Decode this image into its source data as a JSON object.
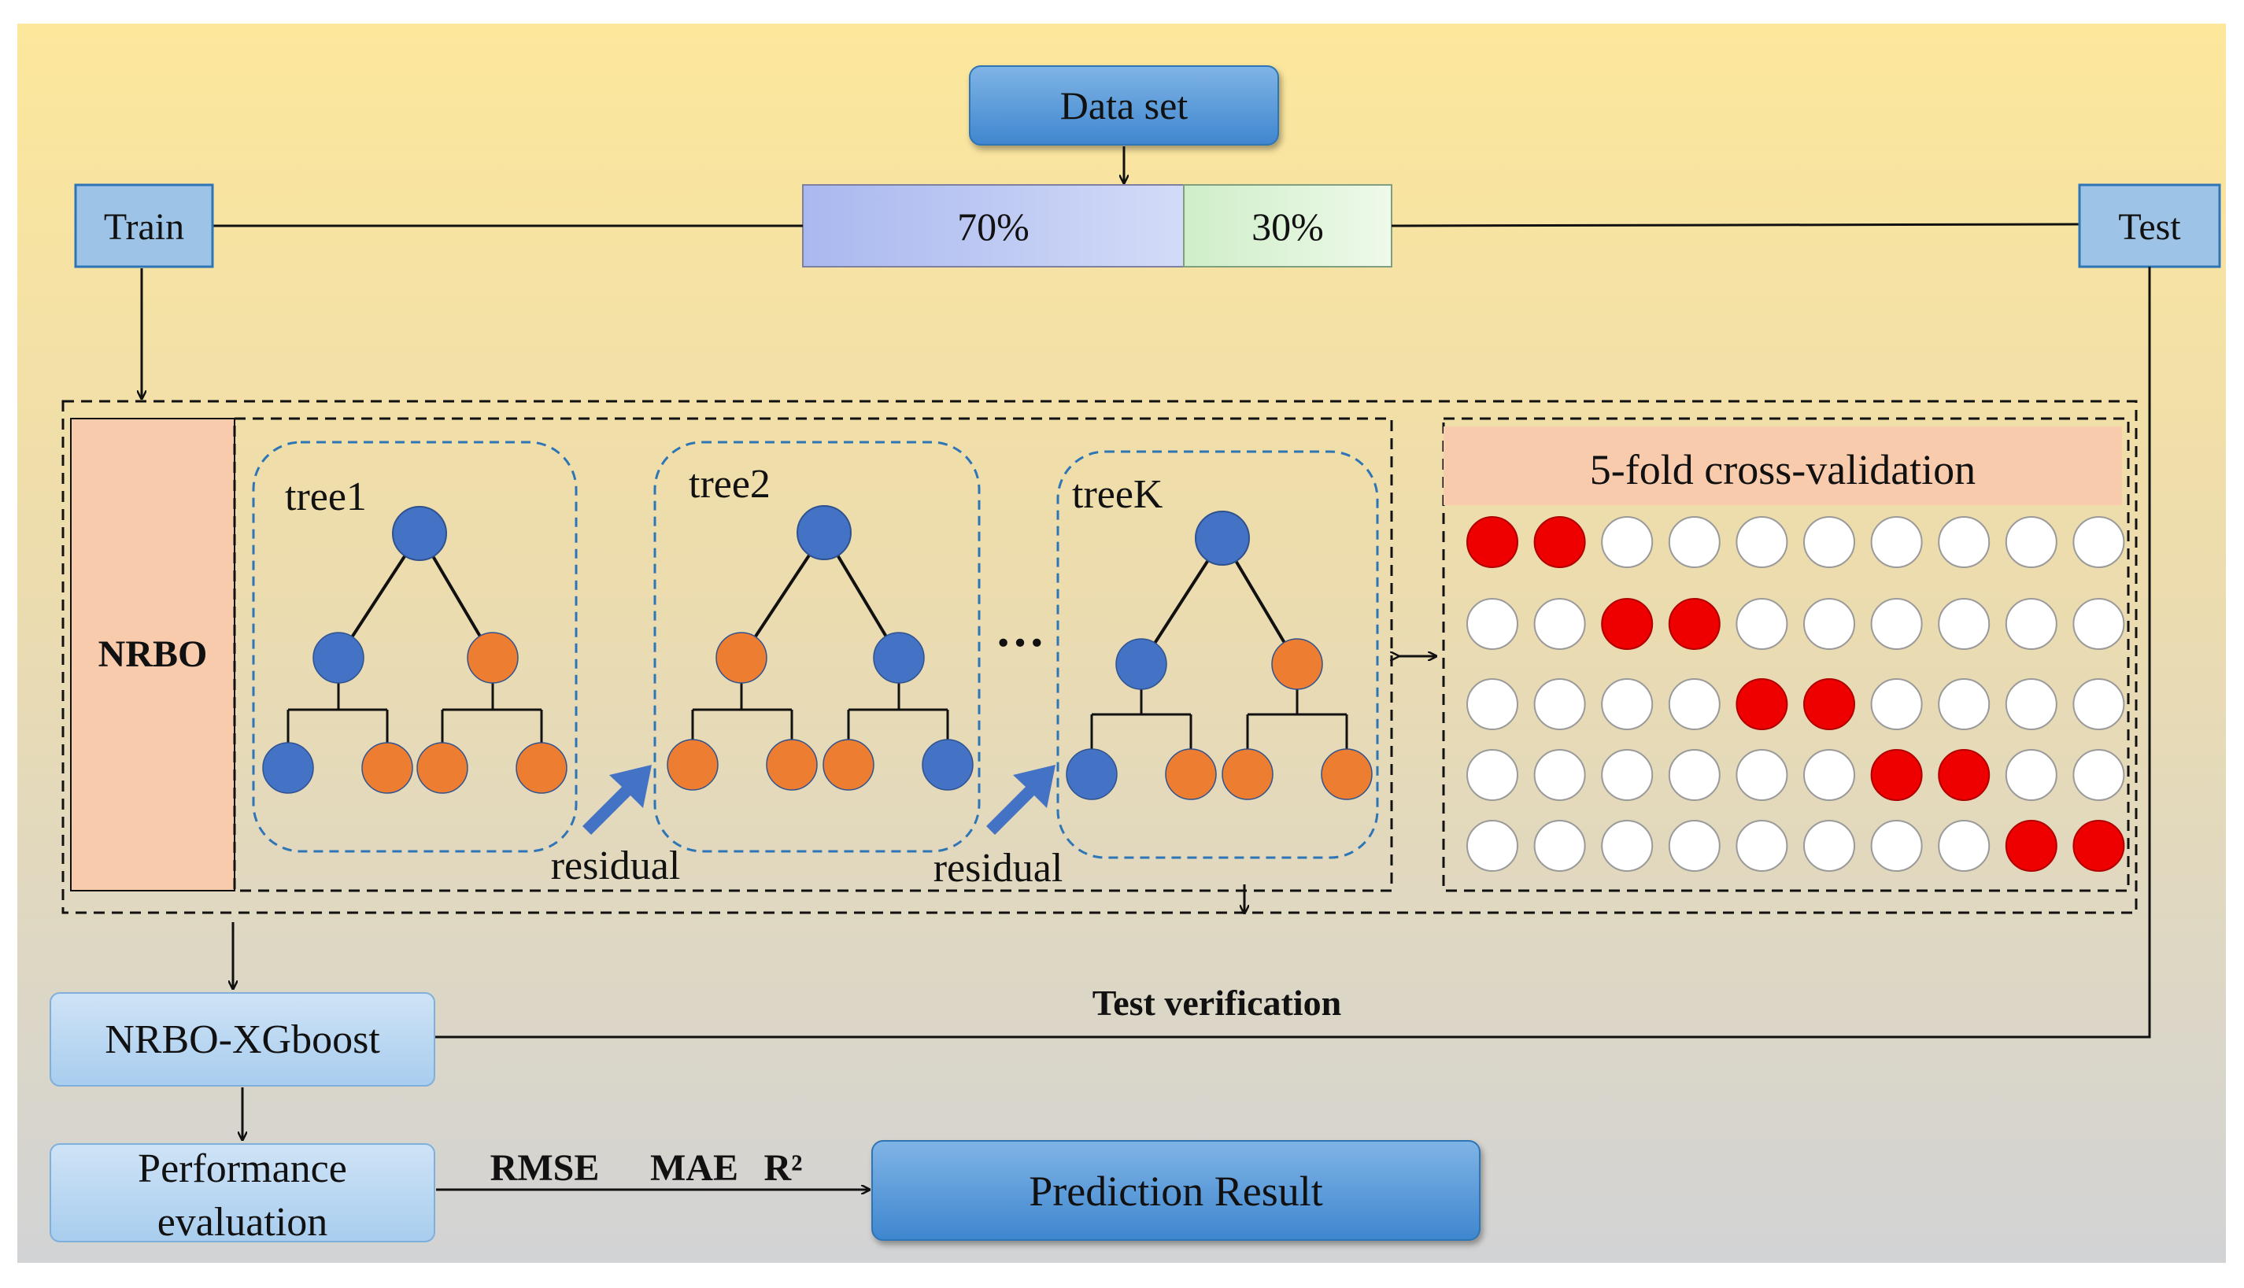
{
  "data_set_label": "Data set",
  "train_label": "Train",
  "test_label": "Test",
  "split": {
    "train_pct": "70%",
    "test_pct": "30%"
  },
  "nrbo_label": "NRBO",
  "trees": [
    {
      "label": "tree1",
      "level1": [
        "blue",
        "orange"
      ],
      "level2": [
        "blue",
        "orange",
        "orange",
        "orange"
      ]
    },
    {
      "label": "tree2",
      "level1": [
        "orange",
        "blue"
      ],
      "level2": [
        "orange",
        "orange",
        "orange",
        "blue"
      ]
    },
    {
      "label": "treeK",
      "level1": [
        "blue",
        "orange"
      ],
      "level2": [
        "blue",
        "orange",
        "orange",
        "orange"
      ]
    }
  ],
  "ellipsis": "···",
  "residual_label": "residual",
  "cv": {
    "title": "5-fold cross-validation",
    "rows": 5,
    "cols": 10,
    "red_pairs": [
      [
        0,
        1
      ],
      [
        2,
        3
      ],
      [
        4,
        5
      ],
      [
        6,
        7
      ],
      [
        8,
        9
      ]
    ]
  },
  "nrbo_xgboost_label": "NRBO-XGboost",
  "test_verification_label": "Test verification",
  "performance_label_line1": "Performance",
  "performance_label_line2": "evaluation",
  "metrics": {
    "rmse": "RMSE",
    "mae": "MAE",
    "r2": "R²"
  },
  "prediction_result_label": "Prediction Result",
  "colors": {
    "bg_top": "#fde79b",
    "bg_bottom": "#d2d3d5",
    "node_blue": "#4472c4",
    "node_orange": "#ed7d31",
    "fold_red": "#ee0000",
    "cv_header": "#f8cbad",
    "nrbo_fill": "#f8cbad",
    "box_blue": "#5b9bd5",
    "box_light_blue": "#bdd7ee",
    "tree_border": "#2e75b6"
  }
}
